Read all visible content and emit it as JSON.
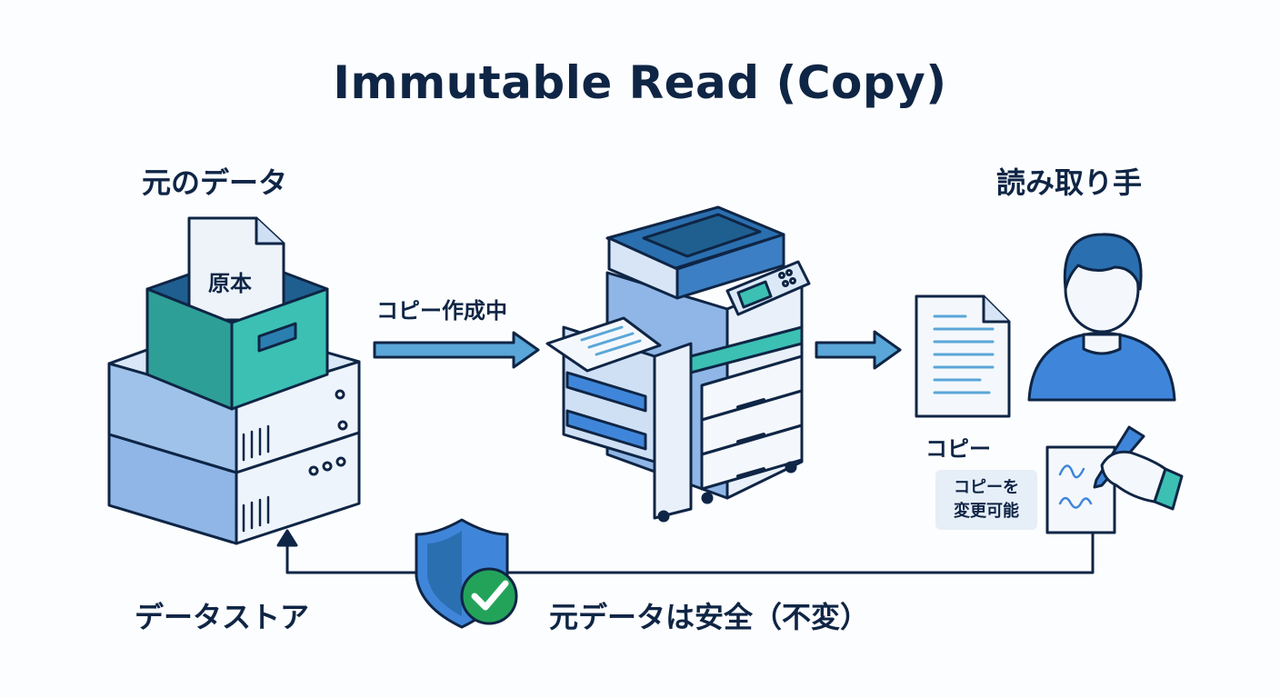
{
  "title": "Immutable Read (Copy)",
  "labels": {
    "original_data": "元のデータ",
    "original_doc": "原本",
    "copying": "コピー作成中",
    "reader": "読み取り手",
    "copy": "コピー",
    "can_modify_line1": "コピーを",
    "can_modify_line2": "変更可能",
    "data_store": "データストア",
    "original_safe": "元データは安全（不変）"
  },
  "icons": [
    "server-stack-icon",
    "storage-box-icon",
    "document-icon",
    "arrow-right-icon",
    "copier-icon",
    "copy-document-icon",
    "person-icon",
    "writing-hand-icon",
    "shield-check-icon",
    "return-arrow-icon"
  ],
  "colors": {
    "outline": "#0f2545",
    "teal": "#35b6ad",
    "blue_light": "#cfe0f5",
    "blue_mid": "#8fb6e6",
    "blue_strong": "#3f86da",
    "arrow": "#5aa6d8",
    "check_green": "#23a35a"
  }
}
